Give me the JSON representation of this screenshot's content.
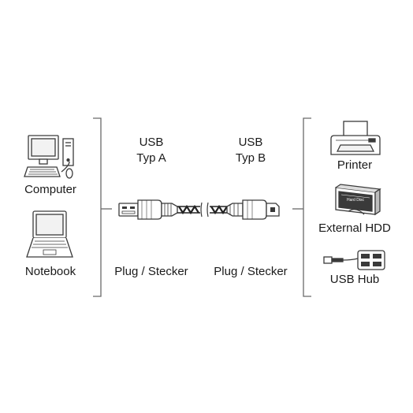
{
  "left_devices": {
    "computer": "Computer",
    "notebook": "Notebook"
  },
  "connectors": {
    "usb_a": {
      "line1": "USB",
      "line2": "Typ A",
      "type": "Plug / Stecker"
    },
    "usb_b": {
      "line1": "USB",
      "line2": "Typ B",
      "type": "Plug / Stecker"
    }
  },
  "right_devices": {
    "printer": "Printer",
    "hdd": "External HDD",
    "hdd_face_text": "Hard Disc",
    "hub": "USB Hub"
  },
  "colors": {
    "line": "#6a6a6a",
    "icon": "#3a3a3a",
    "cable": "#222222"
  }
}
